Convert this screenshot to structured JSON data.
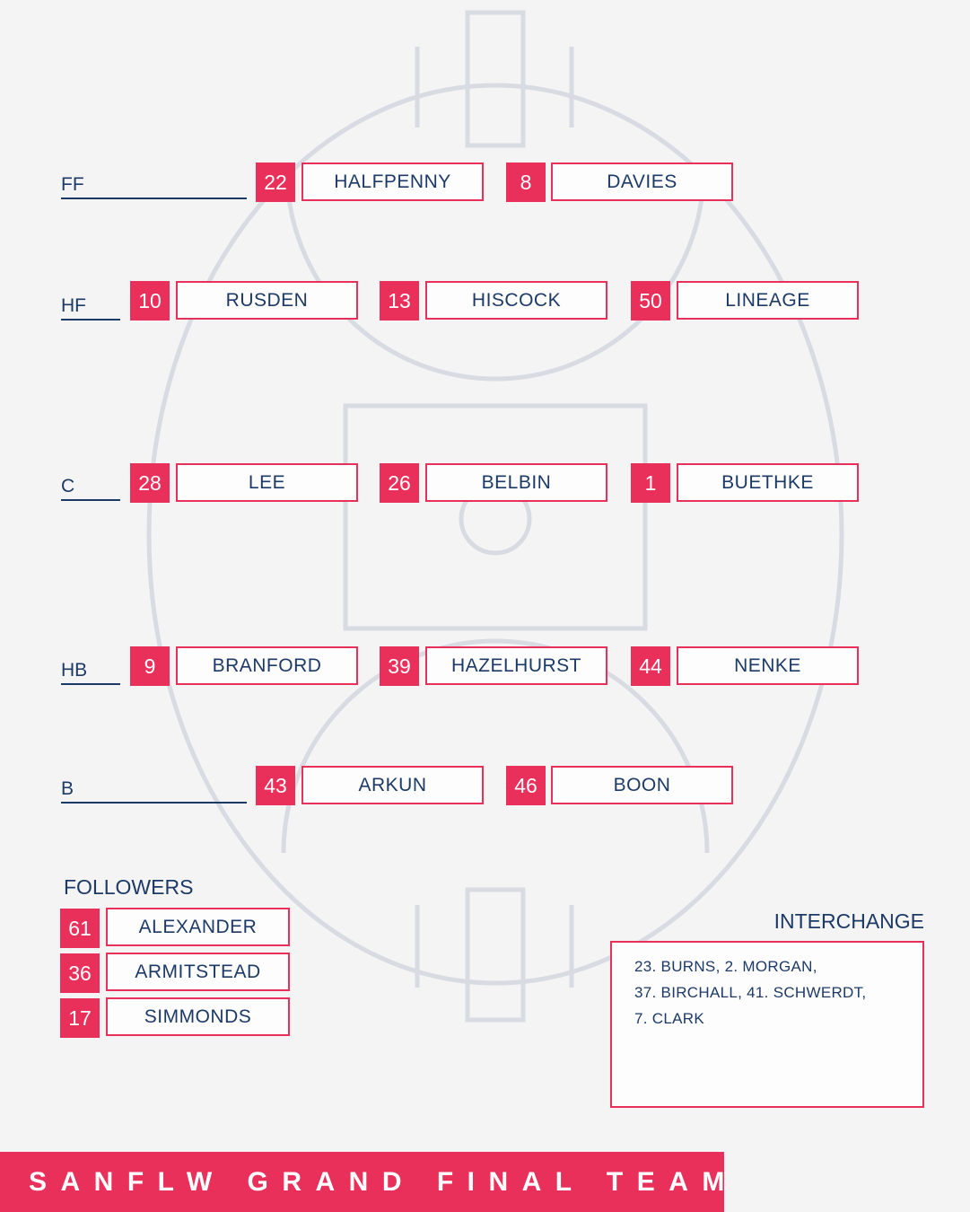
{
  "colors": {
    "accent": "#e8305a",
    "navy": "#1d3a66",
    "field_lines": "#d9dbe3",
    "background": "#f4f4f4"
  },
  "lines": {
    "FF": {
      "label": "FF",
      "players": [
        {
          "number": "22",
          "name": "HALFPENNY"
        },
        {
          "number": "8",
          "name": "DAVIES"
        }
      ]
    },
    "HF": {
      "label": "HF",
      "players": [
        {
          "number": "10",
          "name": "RUSDEN"
        },
        {
          "number": "13",
          "name": "HISCOCK"
        },
        {
          "number": "50",
          "name": "LINEAGE"
        }
      ]
    },
    "C": {
      "label": "C",
      "players": [
        {
          "number": "28",
          "name": "LEE"
        },
        {
          "number": "26",
          "name": "BELBIN"
        },
        {
          "number": "1",
          "name": "BUETHKE"
        }
      ]
    },
    "HB": {
      "label": "HB",
      "players": [
        {
          "number": "9",
          "name": "BRANFORD"
        },
        {
          "number": "39",
          "name": "HAZELHURST"
        },
        {
          "number": "44",
          "name": "NENKE"
        }
      ]
    },
    "B": {
      "label": "B",
      "players": [
        {
          "number": "43",
          "name": "ARKUN"
        },
        {
          "number": "46",
          "name": "BOON"
        }
      ]
    }
  },
  "followers": {
    "title": "FOLLOWERS",
    "players": [
      {
        "number": "61",
        "name": "ALEXANDER"
      },
      {
        "number": "36",
        "name": "ARMITSTEAD"
      },
      {
        "number": "17",
        "name": "SIMMONDS"
      }
    ]
  },
  "interchange": {
    "title": "INTERCHANGE",
    "lines": [
      "23. BURNS, 2. MORGAN,",
      "37. BIRCHALL, 41. SCHWERDT,",
      "7. CLARK"
    ]
  },
  "banner": {
    "text": "SANFLW GRAND FINAL TEAM"
  }
}
